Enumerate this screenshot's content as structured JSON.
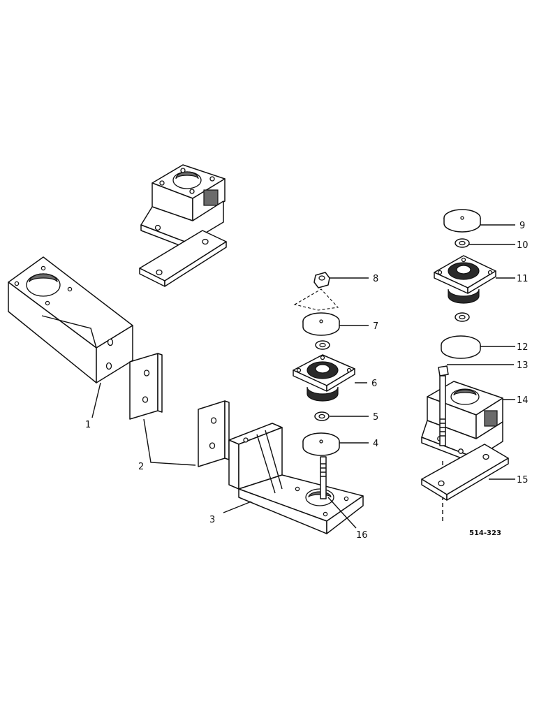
{
  "drawing_ref": "514-323",
  "callouts": [
    "1",
    "2",
    "3",
    "4",
    "5",
    "6",
    "7",
    "8",
    "9",
    "10",
    "11",
    "12",
    "13",
    "14",
    "15",
    "16"
  ]
}
